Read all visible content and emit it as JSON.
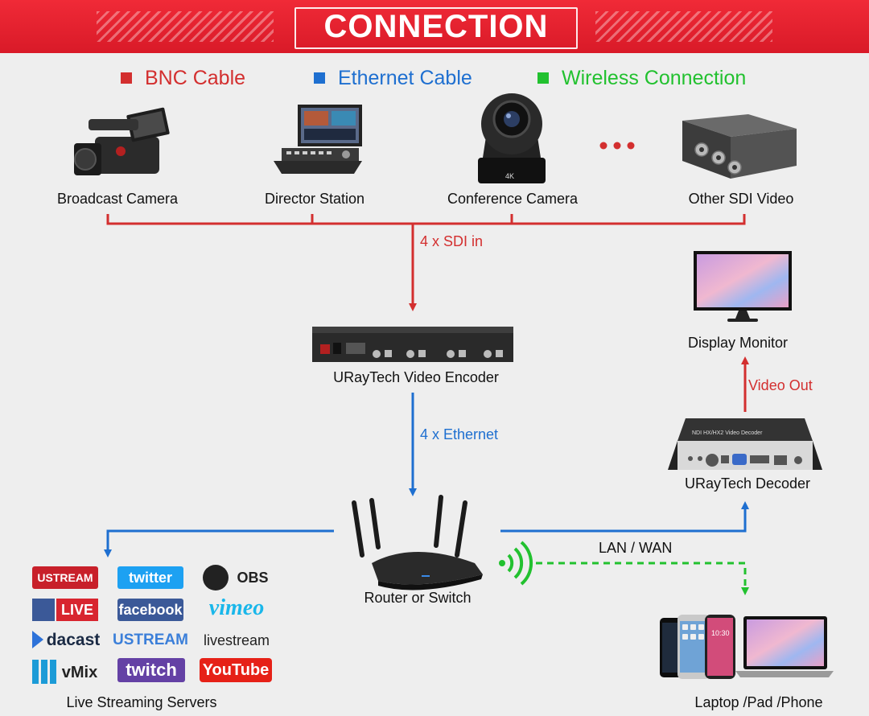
{
  "banner": {
    "title": "CONNECTION"
  },
  "legend": [
    {
      "label": "BNC Cable",
      "color": "#d32f2f"
    },
    {
      "label": "Ethernet Cable",
      "color": "#1e6fd0"
    },
    {
      "label": "Wireless Connection",
      "color": "#22c12f"
    }
  ],
  "sources": [
    {
      "label": "Broadcast Camera",
      "icon": "broadcast-camera-icon"
    },
    {
      "label": "Director Station",
      "icon": "director-station-icon"
    },
    {
      "label": "Conference Camera",
      "icon": "conference-camera-icon"
    },
    {
      "label": "Other SDI Video",
      "icon": "sdi-converter-icon"
    }
  ],
  "links": {
    "sdi_in": "4 x SDI in",
    "ethernet": "4 x Ethernet",
    "video_out": "Video Out",
    "lan_wan": "LAN / WAN"
  },
  "devices": {
    "encoder": "URayTech Video Encoder",
    "decoder": "URayTech Decoder",
    "monitor": "Display Monitor",
    "router": "Router or Switch",
    "clients": "Laptop /Pad /Phone",
    "servers": "Live Streaming Servers"
  },
  "streaming_logos": [
    "USTREAM",
    "twitter",
    "OBS",
    "LIVE",
    "facebook",
    "vimeo",
    "dacast",
    "USTREAM",
    "livestream",
    "vMix",
    "twitch",
    "YouTube"
  ]
}
